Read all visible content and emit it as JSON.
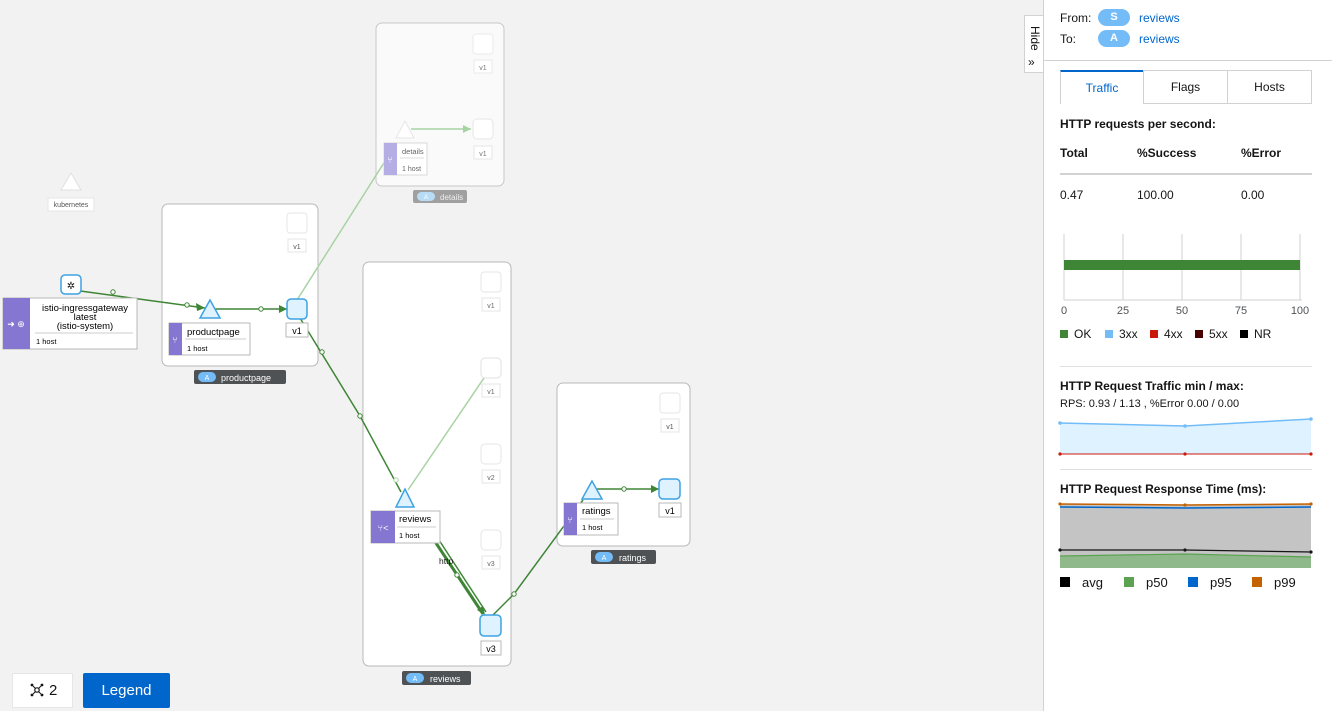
{
  "graph": {
    "nodes": {
      "kubernetes": "kubernetes",
      "gateway_line1": "istio-ingressgateway",
      "gateway_line2": "latest",
      "gateway_line3": "(istio-system)",
      "gateway_hosts": "1 host",
      "productpage": "productpage",
      "productpage_hosts": "1 host",
      "details": "details",
      "details_hosts": "1 host",
      "reviews": "reviews",
      "reviews_hosts": "1 host",
      "ratings": "ratings",
      "ratings_hosts": "1 host"
    },
    "versions": {
      "v1": "v1",
      "v2": "v2",
      "v3": "v3"
    },
    "app_badges": {
      "badge_letter": "A",
      "productpage": "productpage",
      "details": "details",
      "reviews": "reviews",
      "ratings": "ratings"
    },
    "edge_label": "http"
  },
  "toolbar": {
    "node_count": "2",
    "legend_label": "Legend"
  },
  "hide_tab": {
    "label": "Hide"
  },
  "panel": {
    "from_label": "From:",
    "from_badge": "S",
    "from_link": "reviews",
    "to_label": "To:",
    "to_badge": "A",
    "to_link": "reviews",
    "tabs": [
      "Traffic",
      "Flags",
      "Hosts"
    ],
    "active_tab": "Traffic",
    "http_rps_title": "HTTP requests per second:",
    "table": {
      "headers": [
        "Total",
        "%Success",
        "%Error"
      ],
      "values": [
        "0.47",
        "100.00",
        "0.00"
      ]
    },
    "bar_axis_ticks": [
      "0",
      "25",
      "50",
      "75",
      "100"
    ],
    "bar_ok_percent": 100,
    "status_legend": [
      {
        "label": "OK",
        "color": "#3e8635"
      },
      {
        "label": "3xx",
        "color": "#73bcf7"
      },
      {
        "label": "4xx",
        "color": "#c9190b"
      },
      {
        "label": "5xx",
        "color": "#470000"
      },
      {
        "label": "NR",
        "color": "#000000"
      }
    ],
    "traffic_title": "HTTP Request Traffic min / max:",
    "traffic_summary": "RPS: 0.93 / 1.13 , %Error 0.00 / 0.00",
    "response_title": "HTTP Request Response Time (ms):",
    "response_legend": [
      {
        "label": "avg",
        "color": "#000000"
      },
      {
        "label": "p50",
        "color": "#5ba352"
      },
      {
        "label": "p95",
        "color": "#0066cc"
      },
      {
        "label": "p99",
        "color": "#c46100"
      }
    ]
  },
  "colors": {
    "accent": "#0066cc",
    "edge_green": "#3e8635",
    "edge_light": "#a7d3a4",
    "node_purple": "#8476d1",
    "node_blue_fill": "#def3ff",
    "node_blue_stroke": "#3ea2e3"
  }
}
